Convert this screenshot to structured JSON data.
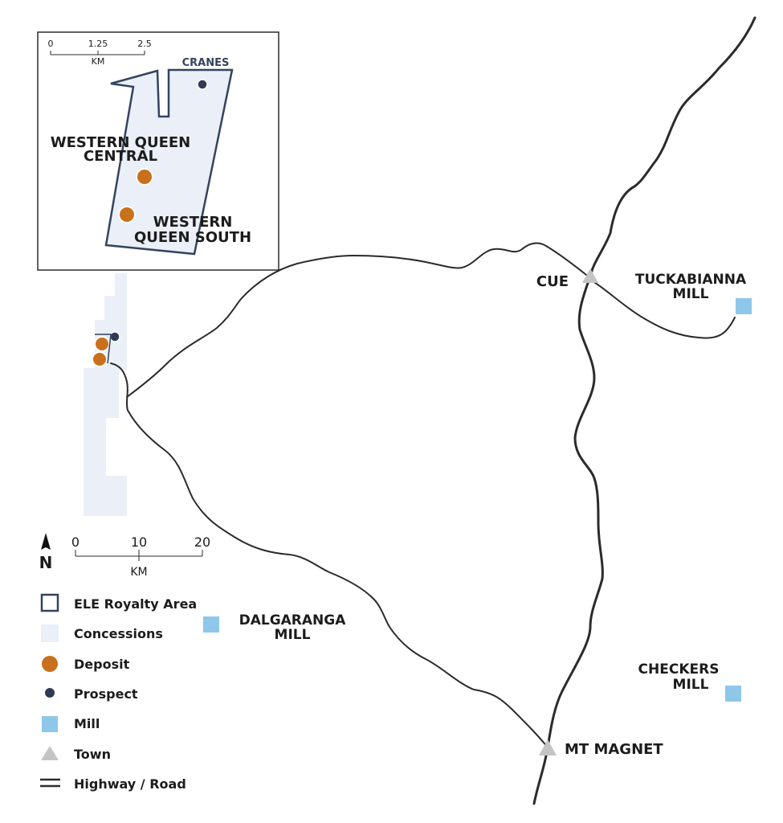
{
  "inset": {
    "scale_ticks": [
      "0",
      "1.25",
      "2.5"
    ],
    "scale_unit": "KM",
    "prospect_label": "CRANES",
    "deposit_1_line1": "WESTERN QUEEN",
    "deposit_1_line2": "CENTRAL",
    "deposit_2_line1": "WESTERN",
    "deposit_2_line2": "QUEEN SOUTH"
  },
  "towns": {
    "cue": "CUE",
    "mt_magnet": "MT MAGNET"
  },
  "mills": {
    "tuckabianna_line1": "TUCKABIANNA",
    "tuckabianna_line2": "MILL",
    "dalgaranga_line1": "DALGARANGA",
    "dalgaranga_line2": "MILL",
    "checkers_line1": "CHECKERS",
    "checkers_line2": "MILL"
  },
  "north_label": "N",
  "scale": {
    "ticks": [
      "0",
      "10",
      "20"
    ],
    "unit": "KM"
  },
  "legend": [
    {
      "symbol": "royalty-area",
      "label": "ELE Royalty Area"
    },
    {
      "symbol": "concessions",
      "label": "Concessions"
    },
    {
      "symbol": "deposit",
      "label": "Deposit"
    },
    {
      "symbol": "prospect",
      "label": "Prospect"
    },
    {
      "symbol": "mill",
      "label": "Mill"
    },
    {
      "symbol": "town",
      "label": "Town"
    },
    {
      "symbol": "highway-road",
      "label": "Highway / Road"
    }
  ],
  "colors": {
    "royalty_outline": "#34435e",
    "concession_fill": "#eaeff8",
    "deposit": "#c8701b",
    "prospect": "#2f3b54",
    "mill": "#8ec7ea",
    "town": "#c4c4c4",
    "road": "#2b2b2b"
  }
}
